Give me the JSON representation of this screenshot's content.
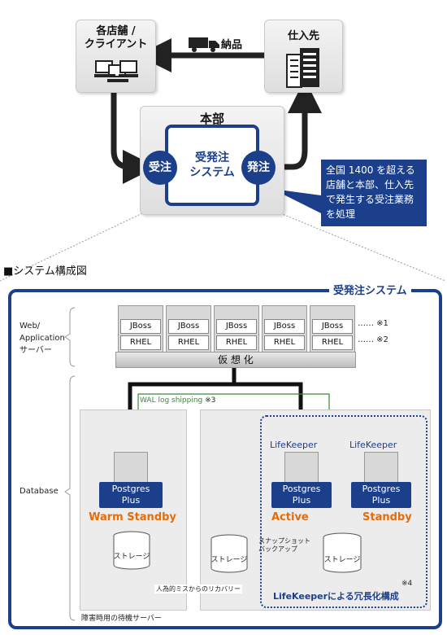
{
  "top": {
    "store_label": "各店舗 /\nクライアント",
    "supplier_label": "仕入先",
    "delivery_label": "納品",
    "hq_label": "本部",
    "order_receive": "受注",
    "order_place": "発注",
    "system_label": "受発注\nシステム",
    "callout": "全国 1400 を超える店舗と本部、仕入先で発生する受注業務を処理"
  },
  "section_title": "■システム構成図",
  "system_title": "受発注システム",
  "web_layer": {
    "label": "Web/\nApplication\nサーバー",
    "jboss": [
      "JBoss",
      "JBoss",
      "JBoss",
      "JBoss",
      "JBoss"
    ],
    "rhel": [
      "RHEL",
      "RHEL",
      "RHEL",
      "RHEL",
      "RHEL"
    ],
    "note1": "…… ※1",
    "note2": "…… ※2",
    "virtualization": "仮 想 化"
  },
  "db_layer": {
    "label": "Database",
    "wal": "WAL log shipping",
    "wal_note": "※3",
    "warm_db": "Postgres\nPlus",
    "warm_status": "Warm Standby",
    "warm_storage": "ストレージ",
    "standby_server_caption": "障害時用の待機サーバー",
    "lifekeeper_1": "LifeKeeper",
    "lifekeeper_2": "LifeKeeper",
    "active_db": "Postgres\nPlus",
    "active_status": "Active",
    "standby_db": "Postgres\nPlus",
    "standby_status": "Standby",
    "snapshot": "スナップショット\nバックアップ",
    "snapshot_storage": "ストレージ",
    "shared_storage": "ストレージ",
    "recovery": "人為的ミスからのリカバリー",
    "cluster_note": "※4",
    "cluster_caption": "LifeKeeperによる冗長化構成"
  },
  "colors": {
    "navy": "#1c3f8c",
    "orange": "#e46c0a",
    "green": "#3a8a3a"
  }
}
